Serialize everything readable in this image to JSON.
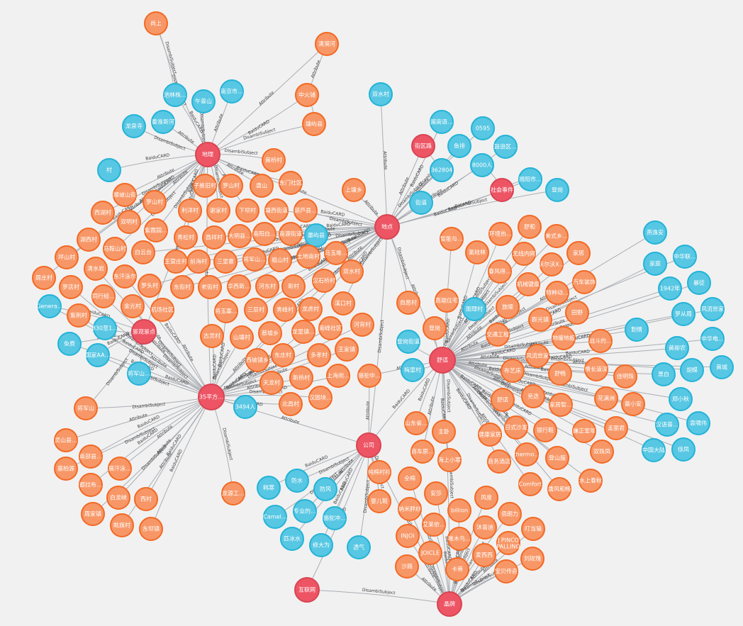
{
  "colors": {
    "background": "#f1f1f1",
    "edge": "#a9adb3",
    "entity_fill": "#f79767",
    "entity_stroke": "#f36924",
    "category_fill": "#ed5565",
    "category_stroke": "#d94452",
    "value_fill": "#57c7e3",
    "value_stroke": "#23b3d7"
  },
  "relation_types": [
    "DisambiSubject",
    "Attribute",
    "BaiduCARD"
  ],
  "hubs": [
    {
      "id": "h1",
      "label": "地理"
    },
    {
      "id": "h2",
      "label": "地点"
    },
    {
      "id": "h3",
      "label": "35平方…"
    },
    {
      "id": "h4",
      "label": "舒适"
    },
    {
      "id": "h5",
      "label": "公司"
    },
    {
      "id": "h6",
      "label": "晶牌"
    },
    {
      "id": "h7",
      "label": "景观景点"
    },
    {
      "id": "h8",
      "label": "互联网"
    },
    {
      "id": "h9",
      "label": "街区路"
    },
    {
      "id": "h10",
      "label": "社会事件"
    }
  ],
  "nodes": [
    {
      "id": "n1",
      "label": "尚上",
      "kind": "entity"
    },
    {
      "id": "n2",
      "label": "清漪河",
      "kind": "entity"
    },
    {
      "id": "n3",
      "label": "池林株…",
      "kind": "value"
    },
    {
      "id": "n4",
      "label": "午普山",
      "kind": "value"
    },
    {
      "id": "n5",
      "label": "南京市…",
      "kind": "value"
    },
    {
      "id": "n6",
      "label": "中火铺",
      "kind": "entity"
    },
    {
      "id": "n7",
      "label": "双水村",
      "kind": "value"
    },
    {
      "id": "n8",
      "label": "龙泉寺",
      "kind": "value"
    },
    {
      "id": "n9",
      "label": "秦淮新河",
      "kind": "value"
    },
    {
      "id": "n10",
      "label": "塘屿县",
      "kind": "entity"
    },
    {
      "id": "n11",
      "label": "闽南语…",
      "kind": "value"
    },
    {
      "id": "n12",
      "label": "0595",
      "kind": "value"
    },
    {
      "id": "n13",
      "label": "鱼排",
      "kind": "value"
    },
    {
      "id": "n14",
      "label": "鼓浪区…",
      "kind": "value"
    },
    {
      "id": "n15",
      "label": "村",
      "kind": "value"
    },
    {
      "id": "n16",
      "label": "黄桥村",
      "kind": "entity"
    },
    {
      "id": "n17",
      "label": "362804",
      "kind": "value"
    },
    {
      "id": "n18",
      "label": "8000人",
      "kind": "value"
    },
    {
      "id": "n19",
      "label": "揭阳市…",
      "kind": "value"
    },
    {
      "id": "n20",
      "label": "登岗",
      "kind": "value"
    },
    {
      "id": "n21",
      "label": "顺坡山街",
      "kind": "entity"
    },
    {
      "id": "n22",
      "label": "子推旧村",
      "kind": "entity"
    },
    {
      "id": "n23",
      "label": "罗山村",
      "kind": "entity"
    },
    {
      "id": "n24",
      "label": "唐山",
      "kind": "entity"
    },
    {
      "id": "n25",
      "label": "东门社区",
      "kind": "entity"
    },
    {
      "id": "n26",
      "label": "上塘乡",
      "kind": "entity"
    },
    {
      "id": "n27",
      "label": "西湖村",
      "kind": "entity"
    },
    {
      "id": "n28",
      "label": "罗山村",
      "kind": "entity"
    },
    {
      "id": "n29",
      "label": "利洋村",
      "kind": "entity"
    },
    {
      "id": "n30",
      "label": "谢家村",
      "kind": "entity"
    },
    {
      "id": "n31",
      "label": "下坝村",
      "kind": "entity"
    },
    {
      "id": "n32",
      "label": "塘西街道",
      "kind": "entity"
    },
    {
      "id": "n33",
      "label": "葫芦县…",
      "kind": "entity"
    },
    {
      "id": "n34",
      "label": "街道",
      "kind": "value"
    },
    {
      "id": "n35",
      "label": "舒和",
      "kind": "entity"
    },
    {
      "id": "n36",
      "label": "双明村",
      "kind": "entity"
    },
    {
      "id": "n37",
      "label": "紫霞园…",
      "kind": "entity"
    },
    {
      "id": "n38",
      "label": "湖西村",
      "kind": "entity"
    },
    {
      "id": "n39",
      "label": "青松村",
      "kind": "entity"
    },
    {
      "id": "n40",
      "label": "昌祥村",
      "kind": "entity"
    },
    {
      "id": "n41",
      "label": "大明县…",
      "kind": "entity"
    },
    {
      "id": "n42",
      "label": "南阳白…",
      "kind": "entity"
    },
    {
      "id": "n43",
      "label": "南源街道",
      "kind": "entity"
    },
    {
      "id": "n44",
      "label": "墨屿县",
      "kind": "value"
    },
    {
      "id": "n45",
      "label": "智能与…",
      "kind": "entity"
    },
    {
      "id": "n46",
      "label": "环境热…",
      "kind": "entity"
    },
    {
      "id": "n47",
      "label": "美式乡…",
      "kind": "entity"
    },
    {
      "id": "n48",
      "label": "燕逸安",
      "kind": "value"
    },
    {
      "id": "n49",
      "label": "马鞍山村",
      "kind": "entity"
    },
    {
      "id": "n50",
      "label": "白云台",
      "kind": "entity"
    },
    {
      "id": "n51",
      "label": "王营庄村",
      "kind": "entity"
    },
    {
      "id": "n52",
      "label": "前海村",
      "kind": "entity"
    },
    {
      "id": "n53",
      "label": "三里寨",
      "kind": "entity"
    },
    {
      "id": "n54",
      "label": "将军山…",
      "kind": "entity"
    },
    {
      "id": "n55",
      "label": "祖山村",
      "kind": "entity"
    },
    {
      "id": "n56",
      "label": "土地南村",
      "kind": "entity"
    },
    {
      "id": "n57",
      "label": "马玉堆…",
      "kind": "entity"
    },
    {
      "id": "n58",
      "label": "氢硅林",
      "kind": "entity"
    },
    {
      "id": "n59",
      "label": "无线内网",
      "kind": "entity"
    },
    {
      "id": "n60",
      "label": "家居",
      "kind": "entity"
    },
    {
      "id": "n61",
      "label": "家庭",
      "kind": "value"
    },
    {
      "id": "n62",
      "label": "中华联…",
      "kind": "value"
    },
    {
      "id": "n63",
      "label": "坪山村",
      "kind": "entity"
    },
    {
      "id": "n64",
      "label": "清水岩",
      "kind": "entity"
    },
    {
      "id": "n65",
      "label": "东汗泳尔",
      "kind": "entity"
    },
    {
      "id": "n66",
      "label": "双水村",
      "kind": "entity"
    },
    {
      "id": "n67",
      "label": "汉石桥村",
      "kind": "entity"
    },
    {
      "id": "n68",
      "label": "春风得…",
      "kind": "entity"
    },
    {
      "id": "n69",
      "label": "沃尔沃X…",
      "kind": "entity"
    },
    {
      "id": "n70",
      "label": "汽车装饰",
      "kind": "entity"
    },
    {
      "id": "n71",
      "label": "1942年",
      "kind": "value"
    },
    {
      "id": "n72",
      "label": "暴徒",
      "kind": "value"
    },
    {
      "id": "n73",
      "label": "周庄村",
      "kind": "entity"
    },
    {
      "id": "n74",
      "label": "罗店村",
      "kind": "entity"
    },
    {
      "id": "n75",
      "label": "同行经…",
      "kind": "entity"
    },
    {
      "id": "n76",
      "label": "罗头村",
      "kind": "entity"
    },
    {
      "id": "n77",
      "label": "东街村",
      "kind": "entity"
    },
    {
      "id": "n78",
      "label": "老街村",
      "kind": "entity"
    },
    {
      "id": "n79",
      "label": "华西新…",
      "kind": "entity"
    },
    {
      "id": "n80",
      "label": "河东村",
      "kind": "entity"
    },
    {
      "id": "n81",
      "label": "新村",
      "kind": "entity"
    },
    {
      "id": "n82",
      "label": "机械键盘",
      "kind": "entity"
    },
    {
      "id": "n83",
      "label": "特种动…",
      "kind": "entity"
    },
    {
      "id": "n84",
      "label": "Genera…",
      "kind": "value"
    },
    {
      "id": "n85",
      "label": "金光村",
      "kind": "entity"
    },
    {
      "id": "n86",
      "label": "机场社区",
      "kind": "entity"
    },
    {
      "id": "n87",
      "label": "将玉塞…",
      "kind": "entity"
    },
    {
      "id": "n88",
      "label": "三层村",
      "kind": "entity"
    },
    {
      "id": "n89",
      "label": "青峰村",
      "kind": "entity"
    },
    {
      "id": "n90",
      "label": "龙虎村",
      "kind": "entity"
    },
    {
      "id": "n91",
      "label": "溪口村",
      "kind": "entity"
    },
    {
      "id": "n92",
      "label": "自愿村",
      "kind": "entity"
    },
    {
      "id": "n93",
      "label": "高端住宅",
      "kind": "entity"
    },
    {
      "id": "n94",
      "label": "图理村",
      "kind": "value"
    },
    {
      "id": "n95",
      "label": "旅顺",
      "kind": "entity"
    },
    {
      "id": "n96",
      "label": "群光镇",
      "kind": "entity"
    },
    {
      "id": "n97",
      "label": "田野",
      "kind": "entity"
    },
    {
      "id": "n98",
      "label": "罗从周",
      "kind": "value"
    },
    {
      "id": "n99",
      "label": "风流世家",
      "kind": "value"
    },
    {
      "id": "n100",
      "label": "紫荆村",
      "kind": "entity"
    },
    {
      "id": "n101",
      "label": "830至1…",
      "kind": "value"
    },
    {
      "id": "n102",
      "label": "古灵村",
      "kind": "entity"
    },
    {
      "id": "n103",
      "label": "山塘村",
      "kind": "entity"
    },
    {
      "id": "n104",
      "label": "蔡墟乡",
      "kind": "entity"
    },
    {
      "id": "n105",
      "label": "龙里镇…",
      "kind": "entity"
    },
    {
      "id": "n106",
      "label": "南峰社区",
      "kind": "entity"
    },
    {
      "id": "n107",
      "label": "河背村",
      "kind": "entity"
    },
    {
      "id": "n108",
      "label": "登岗",
      "kind": "entity"
    },
    {
      "id": "n109",
      "label": "交通工程",
      "kind": "entity"
    },
    {
      "id": "n110",
      "label": "地暖地板",
      "kind": "entity"
    },
    {
      "id": "n111",
      "label": "战斗的…",
      "kind": "entity"
    },
    {
      "id": "n112",
      "label": "割情",
      "kind": "value"
    },
    {
      "id": "n113",
      "label": "中华电…",
      "kind": "value"
    },
    {
      "id": "n114",
      "label": "免费",
      "kind": "value"
    },
    {
      "id": "n115",
      "label": "国家AA…",
      "kind": "value"
    },
    {
      "id": "n116",
      "label": "东庄村",
      "kind": "entity"
    },
    {
      "id": "n117",
      "label": "西坡镇乡",
      "kind": "entity"
    },
    {
      "id": "n118",
      "label": "多孝村",
      "kind": "entity"
    },
    {
      "id": "n119",
      "label": "王家镇",
      "kind": "entity"
    },
    {
      "id": "n120",
      "label": "登岗街道",
      "kind": "value"
    },
    {
      "id": "n121",
      "label": "风流世家",
      "kind": "entity"
    },
    {
      "id": "n122",
      "label": "黄柳农",
      "kind": "value"
    },
    {
      "id": "n123",
      "label": "将军山…",
      "kind": "value"
    },
    {
      "id": "n124",
      "label": "天龙村",
      "kind": "entity"
    },
    {
      "id": "n125",
      "label": "新桥村",
      "kind": "entity"
    },
    {
      "id": "n126",
      "label": "上海闵…",
      "kind": "entity"
    },
    {
      "id": "n127",
      "label": "骆驼中…",
      "kind": "entity"
    },
    {
      "id": "n128",
      "label": "梅里村",
      "kind": "value"
    },
    {
      "id": "n129",
      "label": "布艺床",
      "kind": "entity"
    },
    {
      "id": "n130",
      "label": "舒畅",
      "kind": "entity"
    },
    {
      "id": "n131",
      "label": "情长道深",
      "kind": "entity"
    },
    {
      "id": "n132",
      "label": "佳明珠",
      "kind": "entity"
    },
    {
      "id": "n133",
      "label": "黑白",
      "kind": "value"
    },
    {
      "id": "n134",
      "label": "胡蝶",
      "kind": "value"
    },
    {
      "id": "n135",
      "label": "黄城",
      "kind": "value"
    },
    {
      "id": "n136",
      "label": "将军山",
      "kind": "entity"
    },
    {
      "id": "n137",
      "label": "3494人",
      "kind": "value"
    },
    {
      "id": "n138",
      "label": "北昌村",
      "kind": "entity"
    },
    {
      "id": "n139",
      "label": "汉固块…",
      "kind": "entity"
    },
    {
      "id": "n140",
      "label": "舒适",
      "kind": "entity"
    },
    {
      "id": "n141",
      "label": "竞选",
      "kind": "entity"
    },
    {
      "id": "n142",
      "label": "家居智…",
      "kind": "entity"
    },
    {
      "id": "n143",
      "label": "花满洲",
      "kind": "entity"
    },
    {
      "id": "n144",
      "label": "蕾小安",
      "kind": "entity"
    },
    {
      "id": "n145",
      "label": "郑小秋",
      "kind": "value"
    },
    {
      "id": "n146",
      "label": "灵山县…",
      "kind": "entity"
    },
    {
      "id": "n147",
      "label": "南部县…",
      "kind": "entity"
    },
    {
      "id": "n148",
      "label": "山东省…",
      "kind": "entity"
    },
    {
      "id": "n149",
      "label": "主卧",
      "kind": "entity"
    },
    {
      "id": "n150",
      "label": "日式沙发",
      "kind": "entity"
    },
    {
      "id": "n151",
      "label": "银行鞋",
      "kind": "entity"
    },
    {
      "id": "n152",
      "label": "嫌正室年",
      "kind": "entity"
    },
    {
      "id": "n153",
      "label": "孟丽君",
      "kind": "entity"
    },
    {
      "id": "n154",
      "label": "汉语普…",
      "kind": "value"
    },
    {
      "id": "n155",
      "label": "袁啸伟",
      "kind": "value"
    },
    {
      "id": "n156",
      "label": "嘉柏源",
      "kind": "entity"
    },
    {
      "id": "n157",
      "label": "展汗泳…",
      "kind": "entity"
    },
    {
      "id": "n158",
      "label": "商车原…",
      "kind": "entity"
    },
    {
      "id": "n159",
      "label": "健康家居",
      "kind": "entity"
    },
    {
      "id": "n160",
      "label": "thermo…",
      "kind": "entity"
    },
    {
      "id": "n161",
      "label": "登山服",
      "kind": "entity"
    },
    {
      "id": "n162",
      "label": "双珠凤",
      "kind": "entity"
    },
    {
      "id": "n163",
      "label": "中国大陆",
      "kind": "value"
    },
    {
      "id": "n164",
      "label": "徐凤",
      "kind": "value"
    },
    {
      "id": "n165",
      "label": "韩寒",
      "kind": "value"
    },
    {
      "id": "n166",
      "label": "防水",
      "kind": "value"
    },
    {
      "id": "n167",
      "label": "防风",
      "kind": "value"
    },
    {
      "id": "n168",
      "label": "海上小寒",
      "kind": "entity"
    },
    {
      "id": "n169",
      "label": "都拉布…",
      "kind": "entity"
    },
    {
      "id": "n170",
      "label": "龙源工…",
      "kind": "entity"
    },
    {
      "id": "n171",
      "label": "纯棉衬衫",
      "kind": "entity"
    },
    {
      "id": "n172",
      "label": "全棉",
      "kind": "entity"
    },
    {
      "id": "n173",
      "label": "商务酒店",
      "kind": "entity"
    },
    {
      "id": "n174",
      "label": "Comfort",
      "kind": "entity"
    },
    {
      "id": "n175",
      "label": "水上春秋",
      "kind": "entity"
    },
    {
      "id": "n176",
      "label": "白龙峡",
      "kind": "entity"
    },
    {
      "id": "n177",
      "label": "西村",
      "kind": "entity"
    },
    {
      "id": "n178",
      "label": "Camel…",
      "kind": "value"
    },
    {
      "id": "n179",
      "label": "专业的…",
      "kind": "value"
    },
    {
      "id": "n180",
      "label": "骆驼冲…",
      "kind": "value"
    },
    {
      "id": "n181",
      "label": "婴儿鞋",
      "kind": "entity"
    },
    {
      "id": "n182",
      "label": "安莎",
      "kind": "entity"
    },
    {
      "id": "n183",
      "label": "风度",
      "kind": "entity"
    },
    {
      "id": "n184",
      "label": "唐风和畅",
      "kind": "entity"
    },
    {
      "id": "n185",
      "label": "周家镇",
      "kind": "entity"
    },
    {
      "id": "n186",
      "label": "皓旗村",
      "kind": "entity"
    },
    {
      "id": "n187",
      "label": "东坝镇",
      "kind": "entity"
    },
    {
      "id": "n188",
      "label": "纳米胖纱",
      "kind": "entity"
    },
    {
      "id": "n189",
      "label": "billion",
      "kind": "entity"
    },
    {
      "id": "n190",
      "label": "佰朗力",
      "kind": "entity"
    },
    {
      "id": "n191",
      "label": "匹冰水",
      "kind": "value"
    },
    {
      "id": "n192",
      "label": "修大为",
      "kind": "value"
    },
    {
      "id": "n193",
      "label": "透气",
      "kind": "value"
    },
    {
      "id": "n194",
      "label": "INJOI",
      "kind": "entity"
    },
    {
      "id": "n195",
      "label": "艾莱依…",
      "kind": "entity"
    },
    {
      "id": "n196",
      "label": "沐普迪",
      "kind": "entity"
    },
    {
      "id": "n197",
      "label": "叮当猫",
      "kind": "entity"
    },
    {
      "id": "n198",
      "label": "唯木鸟…",
      "kind": "entity"
    },
    {
      "id": "n199",
      "label": "JOICLE",
      "kind": "entity"
    },
    {
      "id": "n200",
      "label": "J PINCO PALLINO",
      "kind": "entity"
    },
    {
      "id": "n201",
      "label": "麦西西",
      "kind": "entity"
    },
    {
      "id": "n202",
      "label": "刘玫瑰",
      "kind": "entity"
    },
    {
      "id": "n203",
      "label": "沙路",
      "kind": "entity"
    },
    {
      "id": "n204",
      "label": "卡蒂",
      "kind": "entity"
    },
    {
      "id": "n205",
      "label": "宝贝传奇",
      "kind": "entity"
    }
  ]
}
